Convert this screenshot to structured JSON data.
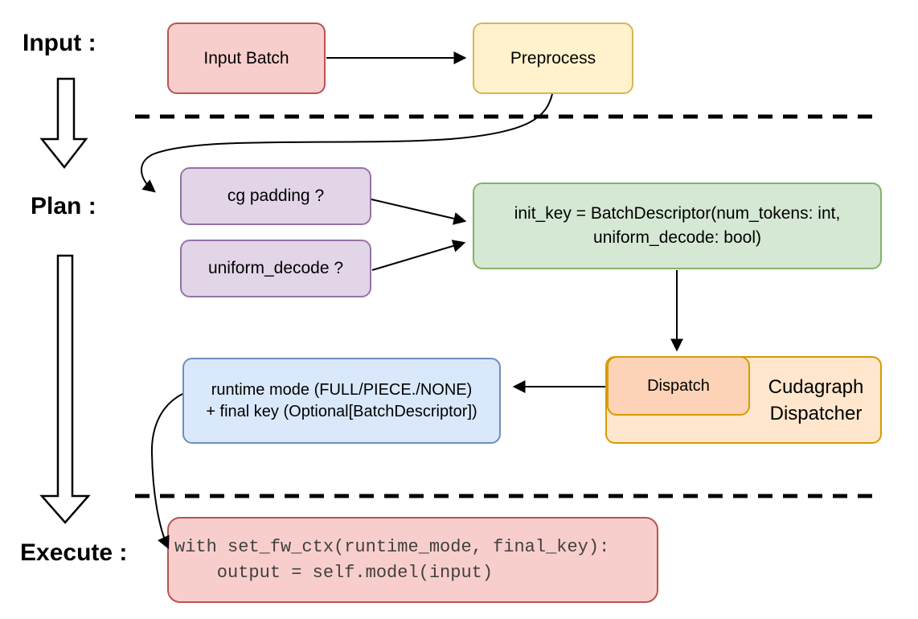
{
  "stages": {
    "input_label": "Input :",
    "plan_label": "Plan :",
    "execute_label": "Execute :"
  },
  "nodes": {
    "input_batch": {
      "label": "Input Batch"
    },
    "preprocess": {
      "label": "Preprocess"
    },
    "cg_padding": {
      "label": "cg padding ?"
    },
    "uniform_decode": {
      "label": "uniform_decode ?"
    },
    "init_key": {
      "line1": "init_key = BatchDescriptor(num_tokens: int,",
      "line2": "uniform_decode: bool)"
    },
    "dispatch": {
      "label": "Dispatch"
    },
    "cudagraph_dispatcher": {
      "line1": "Cudagraph",
      "line2": "Dispatcher"
    },
    "runtime_result": {
      "line1": "runtime mode (FULL/PIECE./NONE)",
      "line2": "+ final key (Optional[BatchDescriptor])"
    },
    "execute_code": {
      "line1": "with set_fw_ctx(runtime_mode, final_key):",
      "line2": "    output = self.model(input)"
    }
  },
  "colors": {
    "pink_fill": "#F8CECC",
    "pink_stroke": "#B85450",
    "yellow_fill": "#FFF2CC",
    "yellow_stroke": "#D6B656",
    "purple_fill": "#E1D5E7",
    "purple_stroke": "#9673A6",
    "green_fill": "#D5E8D4",
    "green_stroke": "#82B366",
    "orange_fill": "#FFE6CC",
    "orange_inner_fill": "#FCD3B7",
    "orange_stroke": "#D79B00",
    "blue_fill": "#DAE8FC",
    "blue_stroke": "#6C8EBF",
    "arrow_color": "#000000",
    "code_text_color": "#404040"
  }
}
